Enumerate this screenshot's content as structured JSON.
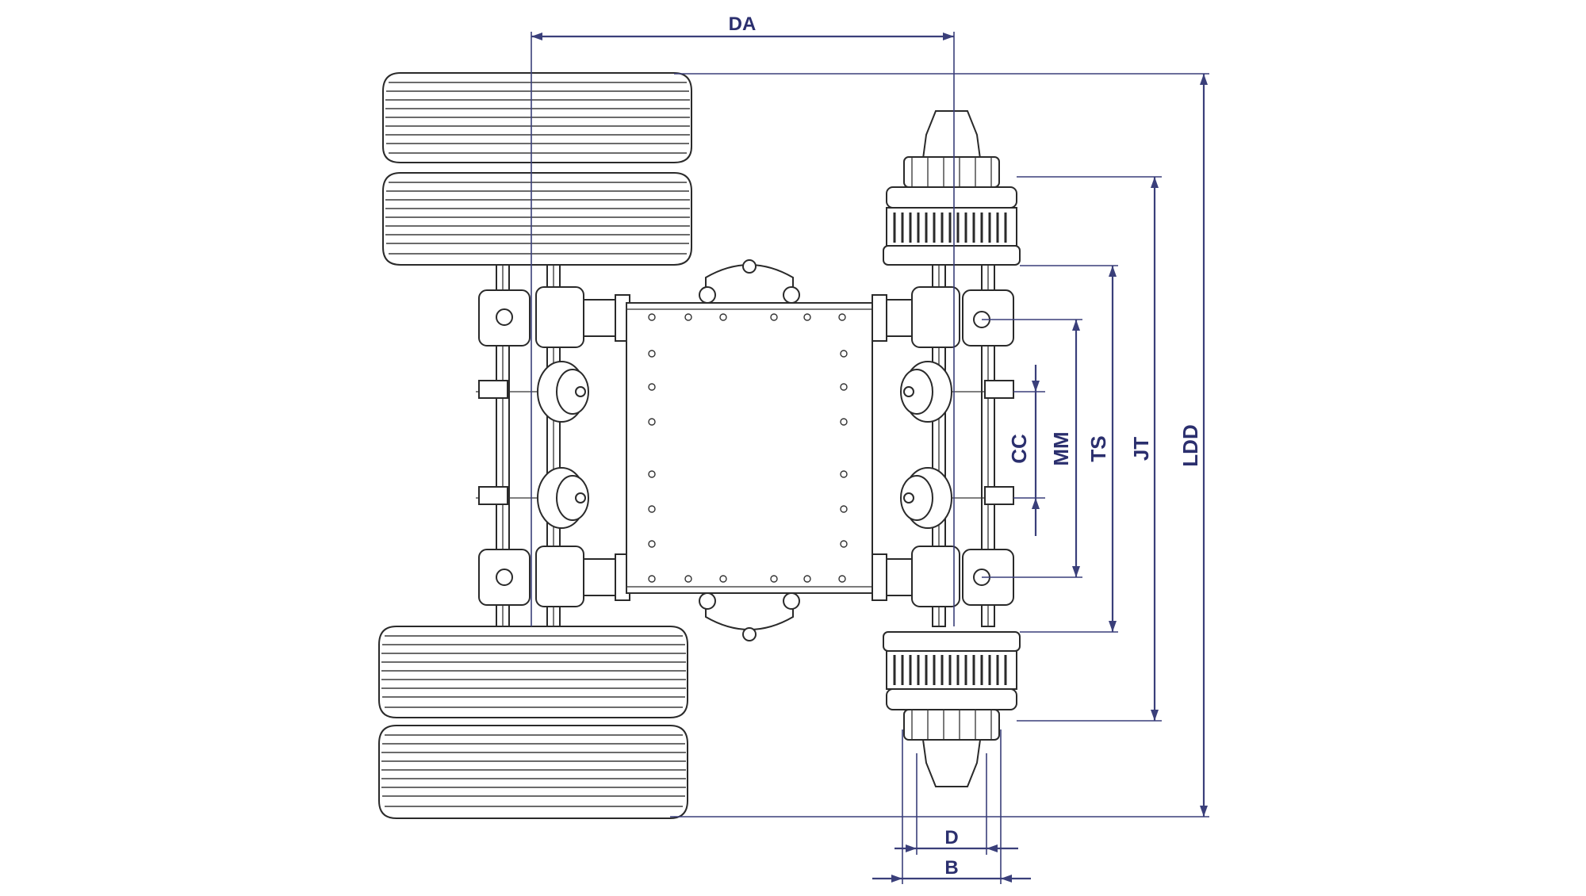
{
  "drawing": {
    "stroke_color": "#2a2a2a",
    "dimension_color": "#3a3f7a",
    "label_color": "#2b2f6e"
  },
  "dimensions": {
    "DA": "DA",
    "LDD": "LDD",
    "JT": "JT",
    "TS": "TS",
    "MM": "MM",
    "CC": "CC",
    "D": "D",
    "B": "B"
  }
}
